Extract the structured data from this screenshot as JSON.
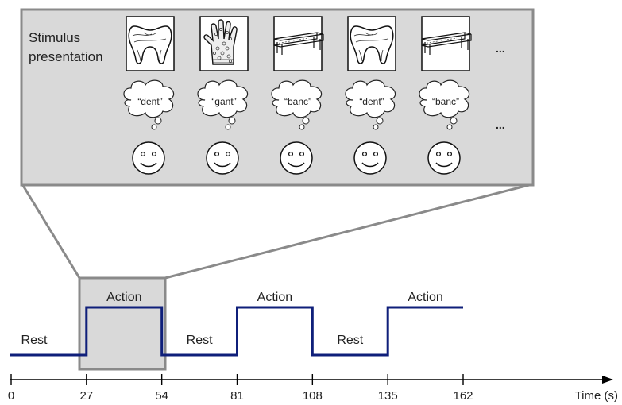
{
  "panel": {
    "title_line1": "Stimulus",
    "title_line2": "presentation",
    "ellipsis_top": "...",
    "ellipsis_mid": "...",
    "trials": [
      {
        "picture": "tooth-icon",
        "word": "“dent”"
      },
      {
        "picture": "glove-icon",
        "word": "“gant”"
      },
      {
        "picture": "bench-icon",
        "word": "“banc”"
      },
      {
        "picture": "tooth-icon",
        "word": "“dent”"
      },
      {
        "picture": "bench-icon",
        "word": "“banc”"
      }
    ]
  },
  "timeline": {
    "axis_label": "Time (s)",
    "ticks": [
      "0",
      "27",
      "54",
      "81",
      "108",
      "135",
      "162"
    ],
    "blocks": [
      {
        "label": "Rest",
        "start": 0,
        "end": 27,
        "level": "rest"
      },
      {
        "label": "Action",
        "start": 27,
        "end": 54,
        "level": "action"
      },
      {
        "label": "Rest",
        "start": 54,
        "end": 81,
        "level": "rest"
      },
      {
        "label": "Action",
        "start": 81,
        "end": 108,
        "level": "action"
      },
      {
        "label": "Rest",
        "start": 108,
        "end": 135,
        "level": "rest"
      },
      {
        "label": "Action",
        "start": 135,
        "end": 162,
        "level": "action"
      }
    ],
    "colors": {
      "signal": "#0f1f7a",
      "panel_fill": "#d9d9d9",
      "panel_border": "#8a8a8a"
    }
  }
}
